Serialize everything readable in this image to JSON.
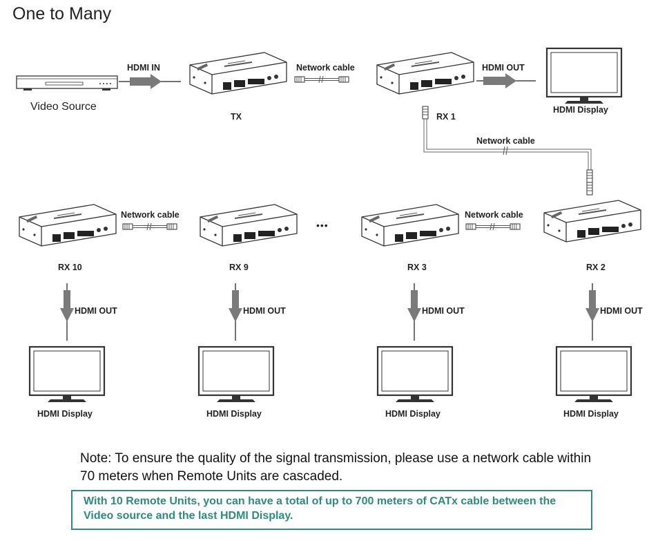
{
  "title": "One to Many",
  "source": {
    "label": "Video Source"
  },
  "labels": {
    "hdmi_in": "HDMI IN",
    "hdmi_out": "HDMI OUT",
    "network_cable": "Network cable",
    "hdmi_display": "HDMI Display",
    "ellipsis": "•••"
  },
  "units": {
    "tx": "TX",
    "rx1": "RX 1",
    "rx2": "RX 2",
    "rx3": "RX 3",
    "rx9": "RX 9",
    "rx10": "RX 10"
  },
  "note": "Note: To ensure the quality of the signal transmission, please use a network cable within 70 meters when Remote Units are cascaded.",
  "callout": "With 10 Remote Units, you can have a total of up to 700 meters of CATx cable between the Video source and the last HDMI Display.",
  "colors": {
    "callout": "#2e8b7e",
    "device_line": "#333333",
    "arrow": "#777777"
  }
}
